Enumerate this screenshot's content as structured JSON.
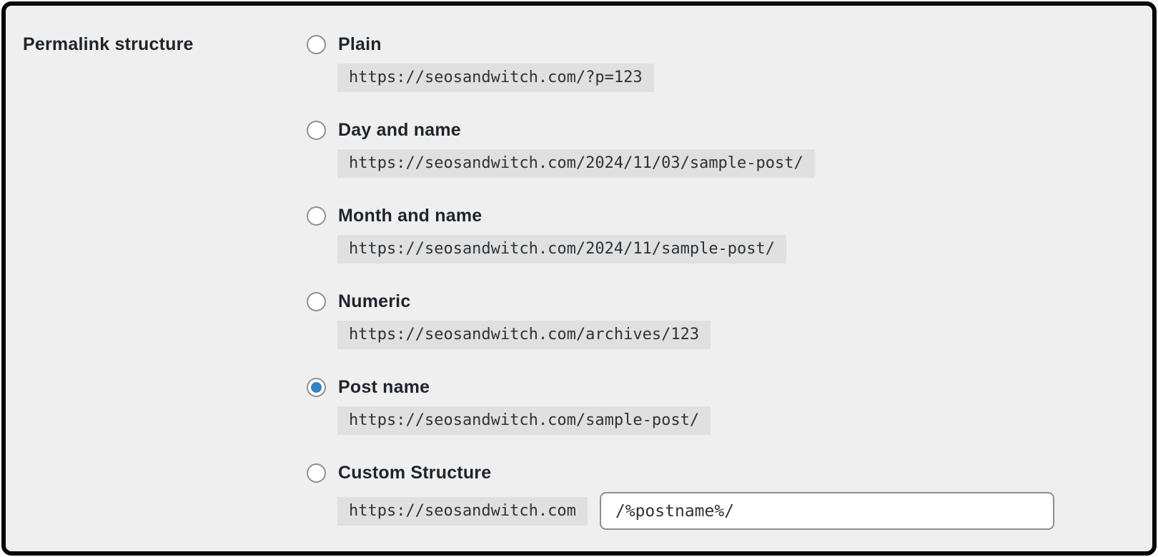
{
  "page": {
    "section_title": "Permalink structure"
  },
  "colors": {
    "panel_background": "#efefef",
    "frame_border": "#070707",
    "code_background": "#e0e0e0",
    "text": "#1e242b",
    "code_text": "#2c3338",
    "radio_selected": "#3582c4",
    "radio_border": "#8b9198",
    "input_border": "#8c8f94"
  },
  "options": [
    {
      "label": "Plain",
      "url": "https://seosandwitch.com/?p=123",
      "selected": false
    },
    {
      "label": "Day and name",
      "url": "https://seosandwitch.com/2024/11/03/sample-post/",
      "selected": false
    },
    {
      "label": "Month and name",
      "url": "https://seosandwitch.com/2024/11/sample-post/",
      "selected": false
    },
    {
      "label": "Numeric",
      "url": "https://seosandwitch.com/archives/123",
      "selected": false
    },
    {
      "label": "Post name",
      "url": "https://seosandwitch.com/sample-post/",
      "selected": true
    },
    {
      "label": "Custom Structure",
      "url_prefix": "https://seosandwitch.com",
      "selected": false,
      "input_value": "/%postname%/"
    }
  ]
}
